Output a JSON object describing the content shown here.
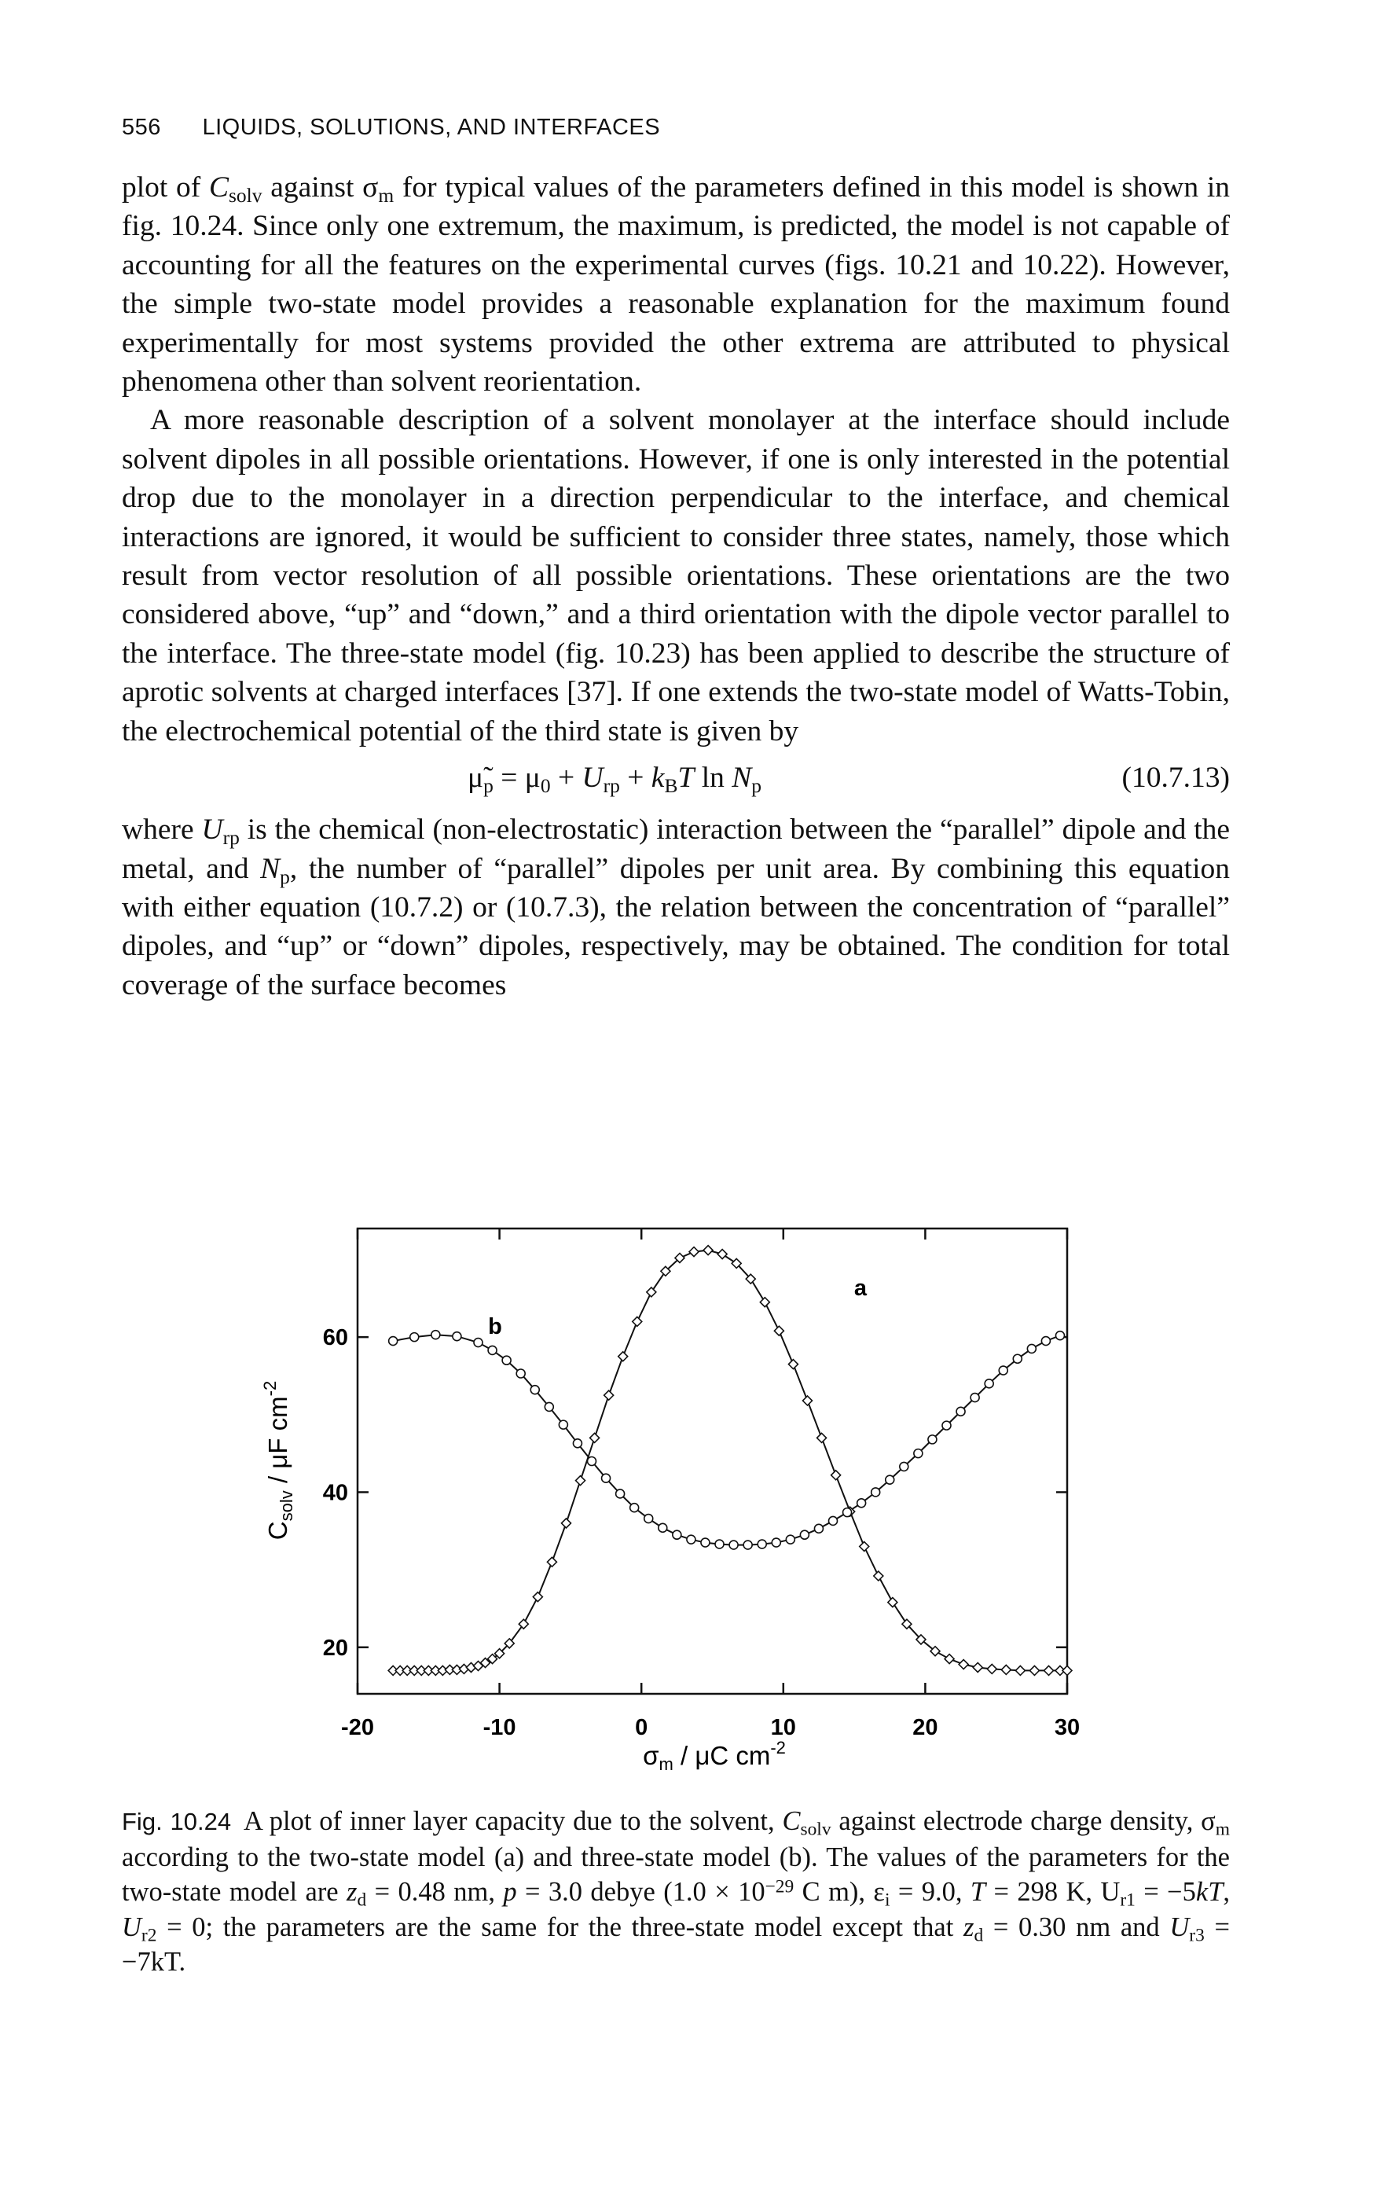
{
  "header": {
    "page_number": "556",
    "running_title": "LIQUIDS, SOLUTIONS, AND INTERFACES"
  },
  "equation": {
    "number": "(10.7.13)"
  },
  "figure": {
    "label": "Fig. 10.24"
  },
  "chart_data": {
    "type": "scatter",
    "xlabel": "σm / μC cm-2",
    "ylabel": "Csolv / μF cm-2",
    "xlim": [
      -20,
      30
    ],
    "ylim": [
      14,
      74
    ],
    "xticks": [
      -20,
      -10,
      0,
      10,
      20,
      30
    ],
    "yticks": [
      20,
      40,
      60
    ],
    "grid": false,
    "series": [
      {
        "name": "a",
        "marker": "diamond",
        "x": [
          -17.5,
          -17.0,
          -16.5,
          -16.0,
          -15.5,
          -15.0,
          -14.5,
          -14.0,
          -13.5,
          -13.0,
          -12.5,
          -12.0,
          -11.5,
          -11.0,
          -10.5,
          -10.0,
          -9.3,
          -8.3,
          -7.3,
          -6.3,
          -5.3,
          -4.3,
          -3.3,
          -2.3,
          -1.3,
          -0.3,
          0.7,
          1.7,
          2.7,
          3.7,
          4.7,
          5.7,
          6.7,
          7.7,
          8.7,
          9.7,
          10.7,
          11.7,
          12.7,
          13.7,
          14.7,
          15.7,
          16.7,
          17.7,
          18.7,
          19.7,
          20.7,
          21.7,
          22.7,
          23.7,
          24.7,
          25.7,
          26.7,
          27.7,
          28.7,
          29.5,
          30.0
        ],
        "y": [
          17.0,
          17.0,
          17.0,
          17.0,
          17.0,
          17.0,
          17.0,
          17.0,
          17.1,
          17.1,
          17.2,
          17.4,
          17.6,
          18.0,
          18.5,
          19.2,
          20.5,
          23.0,
          26.5,
          31.0,
          36.0,
          41.5,
          47.0,
          52.5,
          57.5,
          62.0,
          65.8,
          68.5,
          70.2,
          71.0,
          71.2,
          70.7,
          69.5,
          67.5,
          64.5,
          60.8,
          56.5,
          51.8,
          47.0,
          42.2,
          37.5,
          33.0,
          29.2,
          25.8,
          23.0,
          21.0,
          19.5,
          18.5,
          17.8,
          17.4,
          17.2,
          17.1,
          17.0,
          17.0,
          17.0,
          17.0,
          17.0
        ]
      },
      {
        "name": "b",
        "marker": "circle",
        "x": [
          -17.5,
          -16.0,
          -14.5,
          -13.0,
          -11.5,
          -10.5,
          -9.5,
          -8.5,
          -7.5,
          -6.5,
          -5.5,
          -4.5,
          -3.5,
          -2.5,
          -1.5,
          -0.5,
          0.5,
          1.5,
          2.5,
          3.5,
          4.5,
          5.5,
          6.5,
          7.5,
          8.5,
          9.5,
          10.5,
          11.5,
          12.5,
          13.5,
          14.5,
          15.5,
          16.5,
          17.5,
          18.5,
          19.5,
          20.5,
          21.5,
          22.5,
          23.5,
          24.5,
          25.5,
          26.5,
          27.5,
          28.5,
          29.5
        ],
        "y": [
          59.5,
          60.0,
          60.3,
          60.1,
          59.3,
          58.3,
          57.0,
          55.3,
          53.2,
          51.0,
          48.7,
          46.3,
          44.0,
          41.8,
          39.8,
          38.0,
          36.6,
          35.4,
          34.5,
          33.9,
          33.5,
          33.3,
          33.2,
          33.2,
          33.3,
          33.5,
          33.9,
          34.5,
          35.3,
          36.3,
          37.4,
          38.6,
          40.0,
          41.6,
          43.3,
          45.0,
          46.8,
          48.6,
          50.4,
          52.2,
          54.0,
          55.7,
          57.2,
          58.5,
          59.5,
          60.2
        ]
      }
    ],
    "annotations": [
      "a",
      "b"
    ]
  }
}
